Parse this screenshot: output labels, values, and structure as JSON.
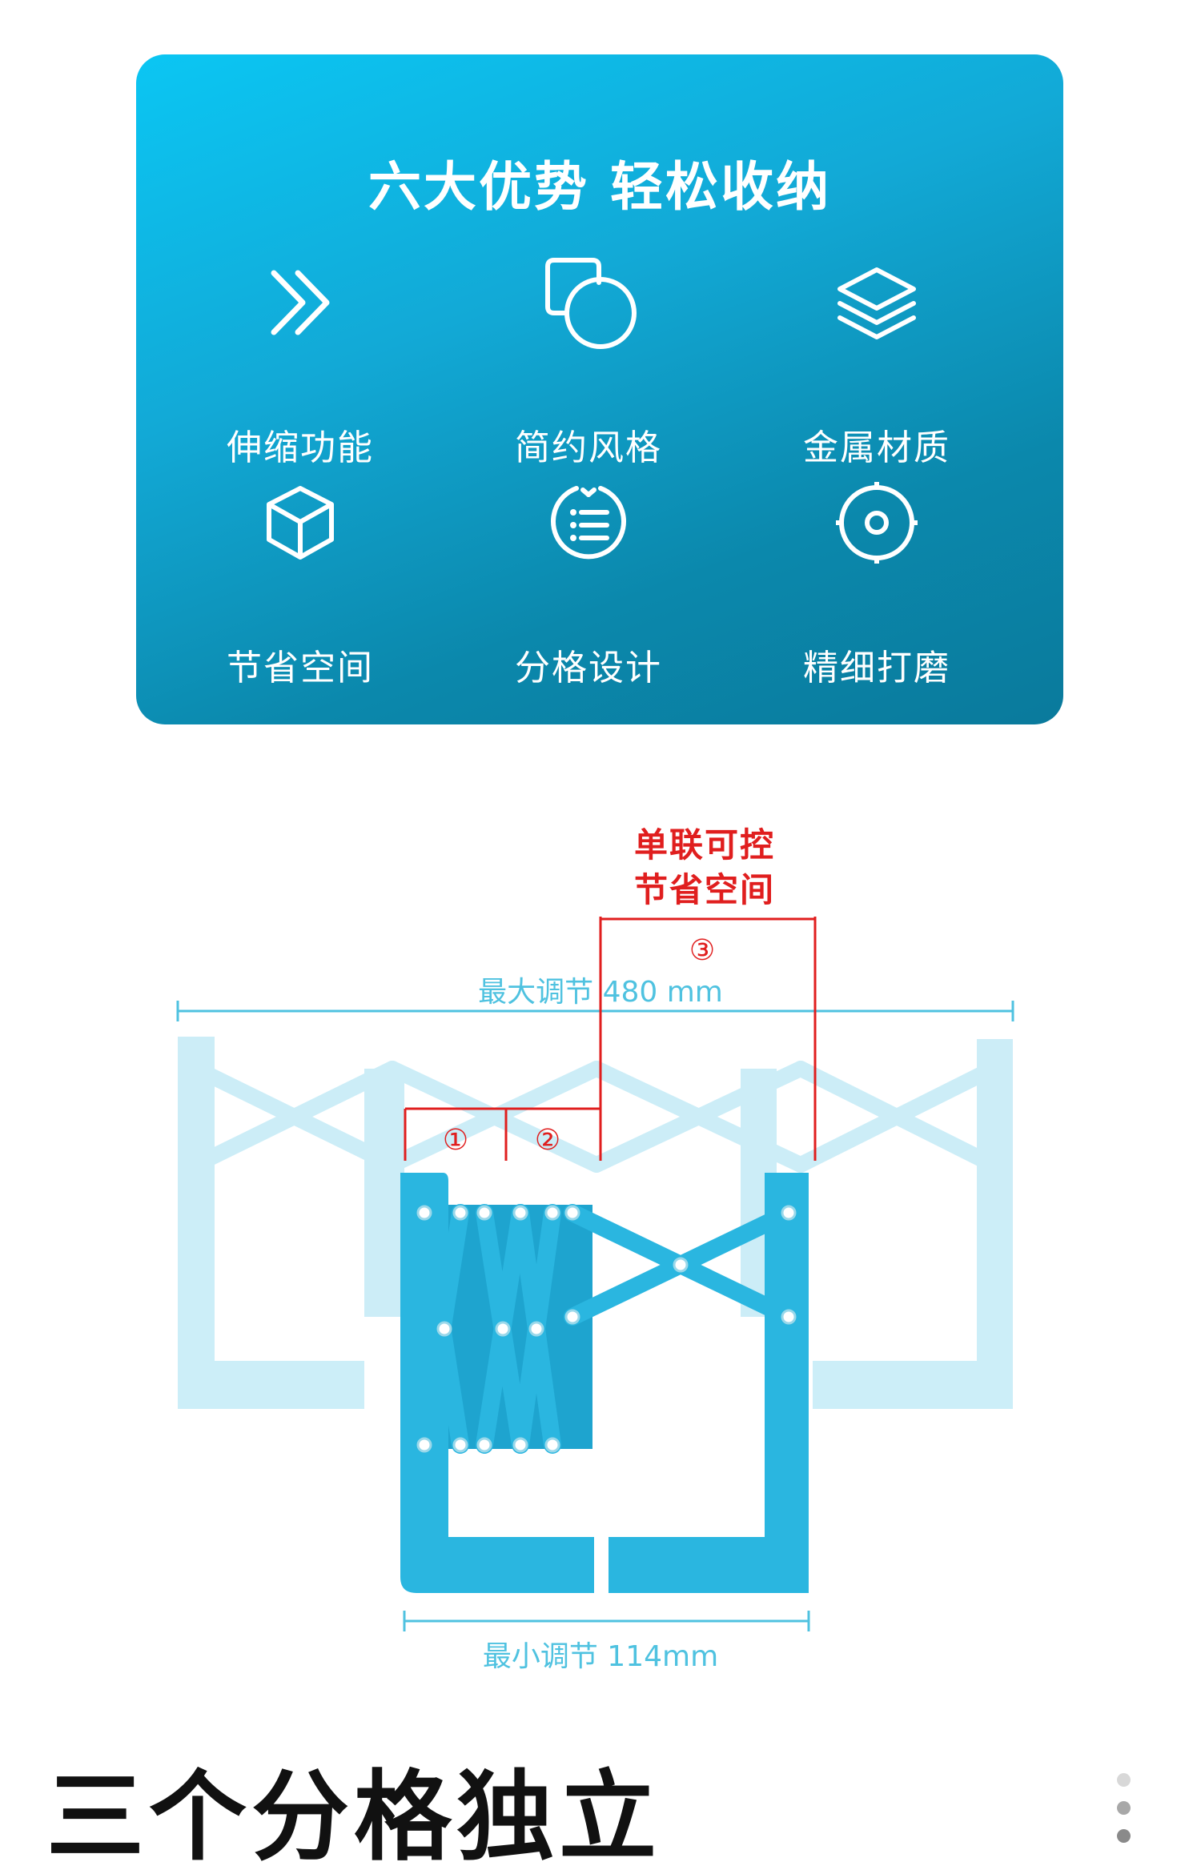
{
  "header": {
    "title": "六大优势 轻松收纳"
  },
  "features": [
    {
      "label": "伸缩功能",
      "icon": "double-chevron-right-icon"
    },
    {
      "label": "简约风格",
      "icon": "square-circle-shapes-icon"
    },
    {
      "label": "金属材质",
      "icon": "layers-icon"
    },
    {
      "label": "节省空间",
      "icon": "cube-icon"
    },
    {
      "label": "分格设计",
      "icon": "list-circle-icon"
    },
    {
      "label": "精细打磨",
      "icon": "target-icon"
    }
  ],
  "diagram": {
    "callout_line1": "单联可控",
    "callout_line2": "节省空间",
    "marker_1": "①",
    "marker_2": "②",
    "marker_3": "③",
    "max_label": "最大调节 480 mm",
    "min_label": "最小调节 114mm"
  },
  "section": {
    "title": "三个分格独立"
  },
  "colors": {
    "card_gradient_start": "#0bc6f3",
    "card_gradient_end": "#0a7a9c",
    "annotation_red": "#e01e1e",
    "dimension_blue": "#4fc2e0",
    "bookend_blue": "#2ab6e0"
  }
}
